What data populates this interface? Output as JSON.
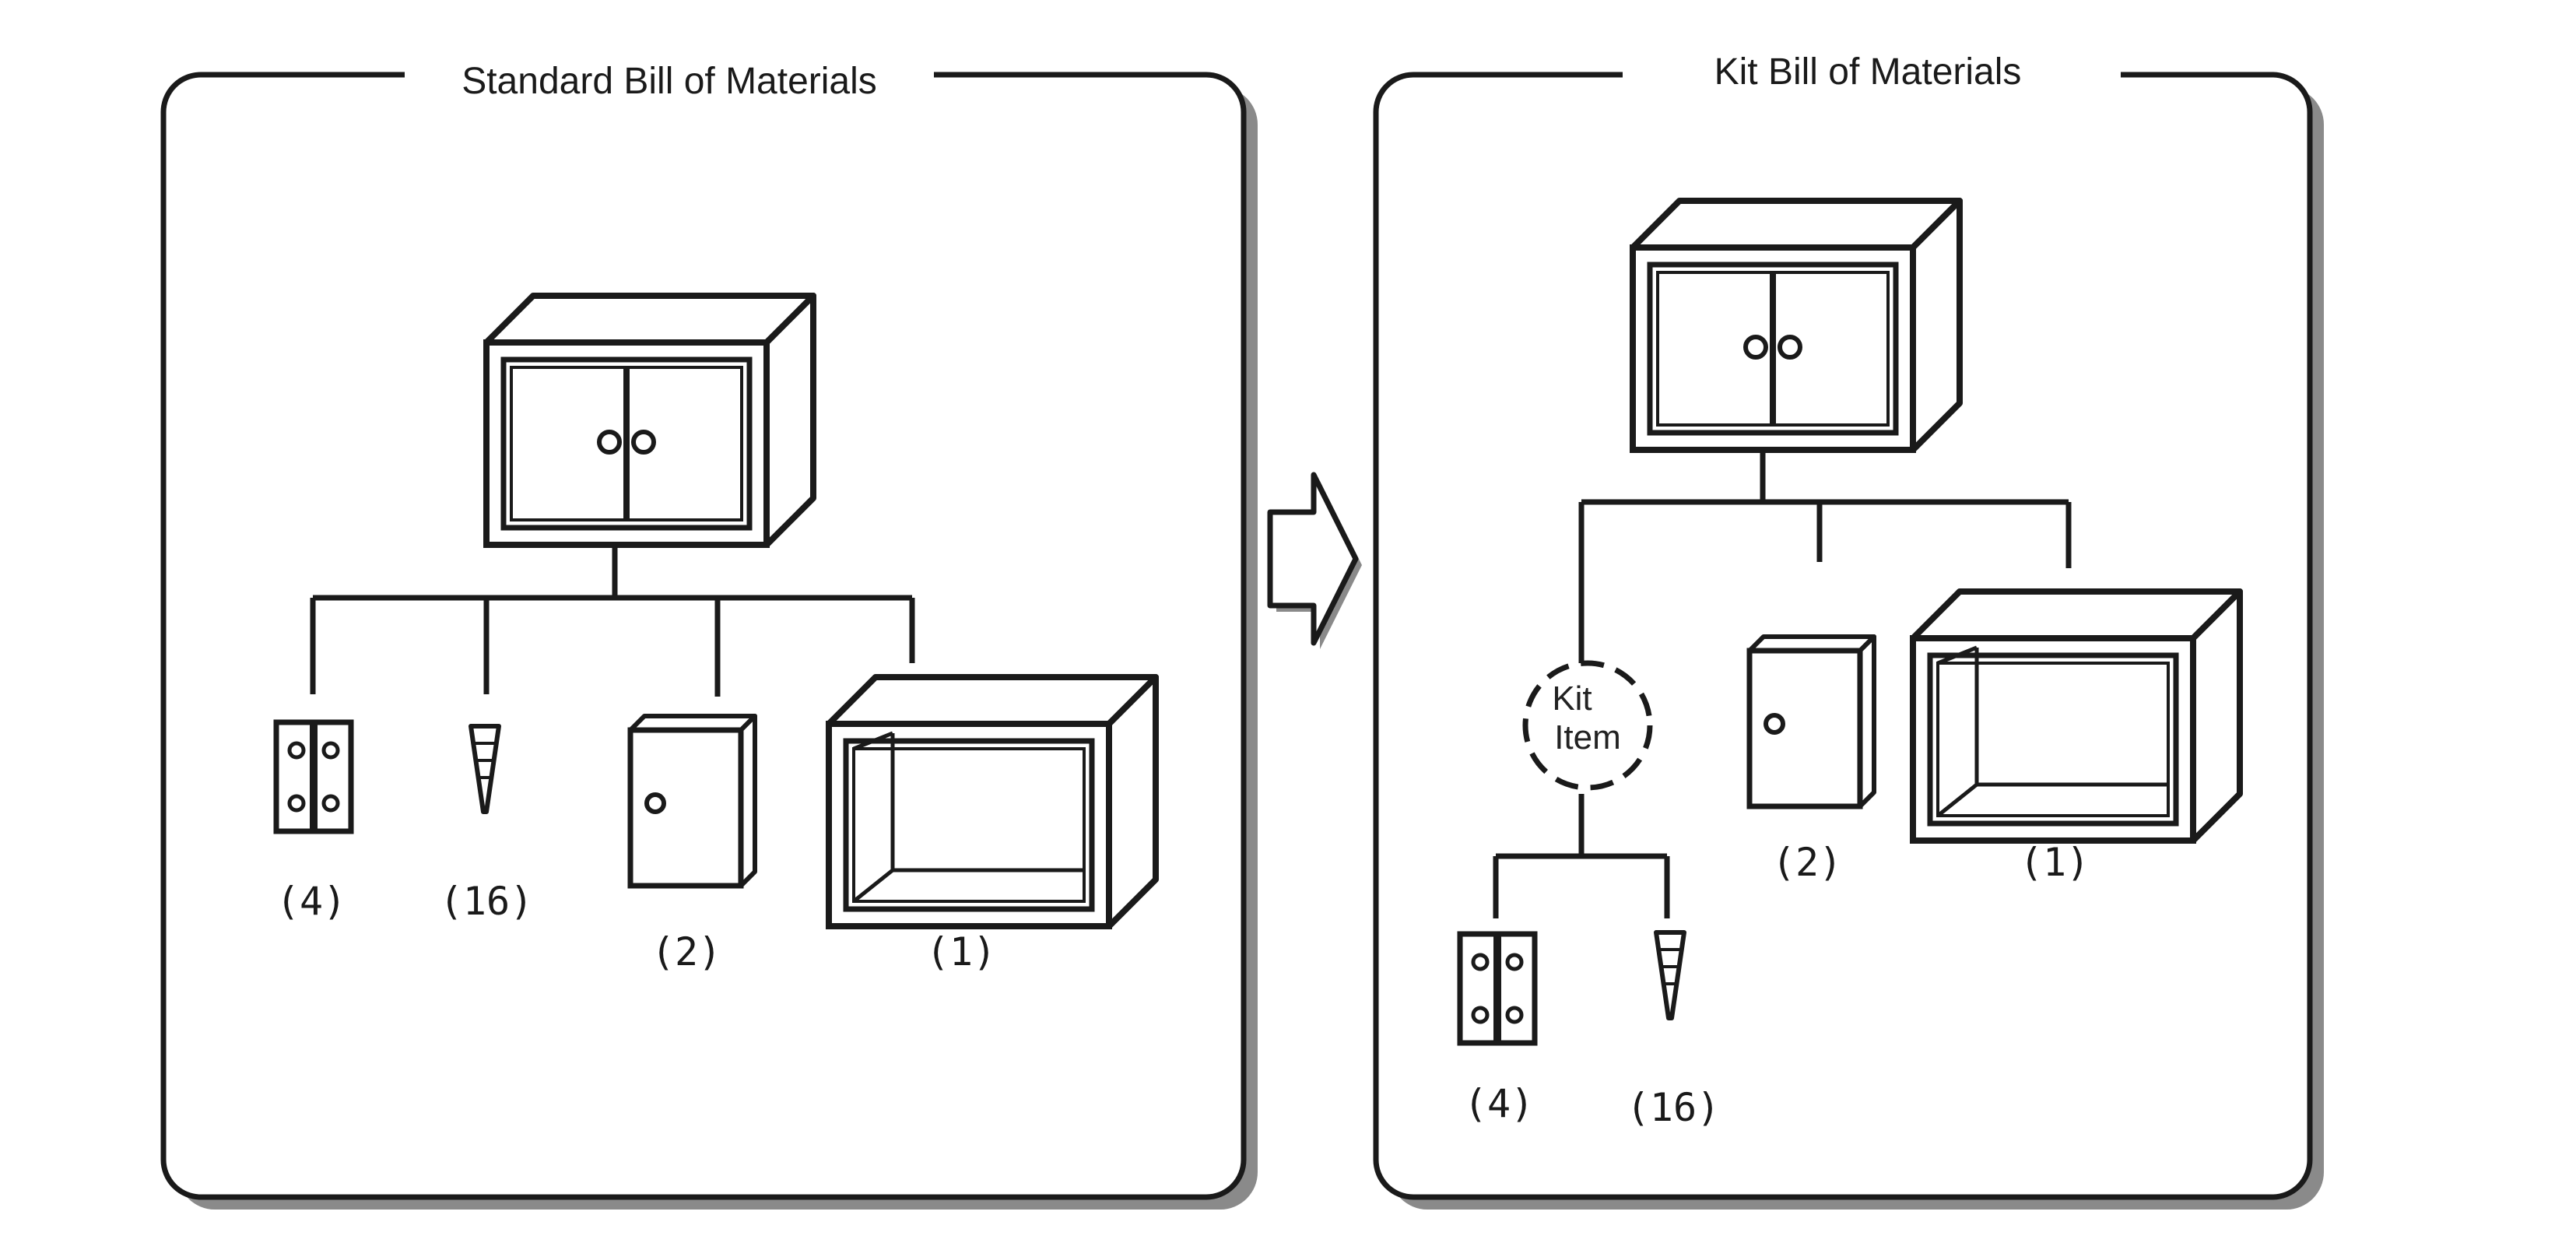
{
  "standard_panel": {
    "title": "Standard Bill of Materials",
    "components": [
      {
        "name": "hinge",
        "qty_label": "(4)"
      },
      {
        "name": "screw",
        "qty_label": "(16)"
      },
      {
        "name": "door",
        "qty_label": "(2)"
      },
      {
        "name": "frame",
        "qty_label": "(1)"
      }
    ]
  },
  "kit_panel": {
    "title": "Kit Bill of Materials",
    "kit_item": {
      "line1": "Kit",
      "line2": "Item"
    },
    "components": [
      {
        "name": "hinge",
        "qty_label": "(4)"
      },
      {
        "name": "screw",
        "qty_label": "(16)"
      },
      {
        "name": "door",
        "qty_label": "(2)"
      },
      {
        "name": "frame",
        "qty_label": "(1)"
      }
    ]
  },
  "colors": {
    "line": "#1a1a1a",
    "shadow": "#8a8a8a",
    "fill": "#ffffff"
  }
}
